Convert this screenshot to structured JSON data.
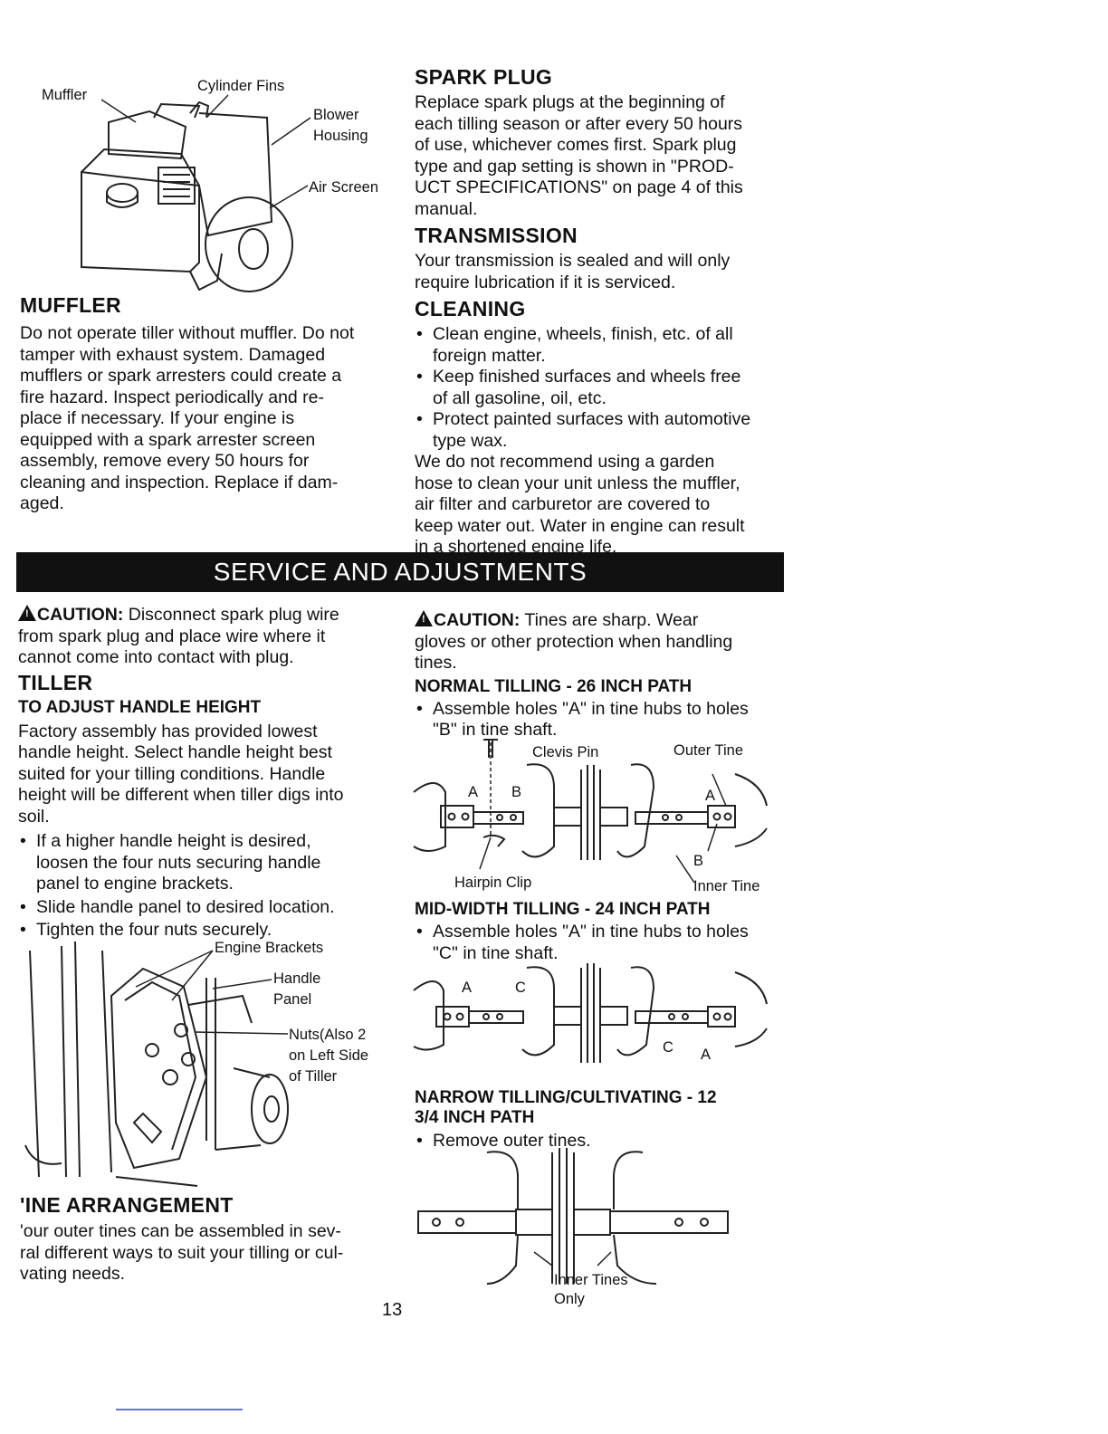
{
  "figures": {
    "engine": {
      "muffler": "Muffler",
      "cylinder_fins": "Cylinder Fins",
      "blower_housing_1": "Blower",
      "blower_housing_2": "Housing",
      "air_screen": "Air Screen"
    },
    "handle": {
      "engine_brackets": "Engine Brackets",
      "handle_panel_1": "Handle",
      "handle_panel_2": "Panel",
      "nuts_1": "Nuts(Also 2",
      "nuts_2": "on Left Side",
      "nuts_3": "of Tiller"
    },
    "normal": {
      "clevis_pin": "Clevis Pin",
      "outer_tine": "Outer Tine",
      "hairpin_clip": "Hairpin Clip",
      "inner_tine": "Inner Tine",
      "a1": "A",
      "b1": "B",
      "a2": "A",
      "b2": "B"
    },
    "mid": {
      "a1": "A",
      "c1": "C",
      "c2": "C",
      "a2": "A"
    },
    "narrow": {
      "inner_tines_1": "Inner Tines",
      "inner_tines_2": "Only"
    }
  },
  "muffler": {
    "heading": "MUFFLER",
    "lines": [
      "Do not operate tiller without muffler. Do not",
      "tamper with exhaust system. Damaged",
      "mufflers or spark arresters could create a",
      "fire hazard. Inspect periodically and re-",
      "place if necessary. If your engine is",
      "equipped with a spark arrester screen",
      "assembly, remove every 50 hours for",
      "cleaning and inspection. Replace if dam-",
      "aged."
    ]
  },
  "spark_plug": {
    "heading": "SPARK PLUG",
    "lines": [
      "Replace spark plugs at the beginning of",
      "each tilling season or after every 50 hours",
      "of use, whichever comes first. Spark plug",
      "type and gap setting is shown in \"PROD-",
      "UCT SPECIFICATIONS\" on page 4 of this",
      "manual."
    ]
  },
  "transmission": {
    "heading": "TRANSMISSION",
    "lines": [
      "Your transmission is sealed and will only",
      "require lubrication if it is serviced."
    ]
  },
  "cleaning": {
    "heading": "CLEANING",
    "bullets": [
      [
        "Clean engine, wheels, finish, etc. of all",
        "foreign matter."
      ],
      [
        "Keep finished surfaces and wheels free",
        "of all gasoline, oil, etc."
      ],
      [
        "Protect painted surfaces with automotive",
        "type wax."
      ]
    ],
    "lines": [
      "We do not recommend using a garden",
      "hose to clean your unit unless the muffler,",
      "air filter and carburetor are covered to",
      "keep water out. Water in engine can result",
      "in a shortened engine life."
    ]
  },
  "banner": "SERVICE AND ADJUSTMENTS",
  "caution_left": {
    "label": "CAUTION:",
    "lines": [
      " Disconnect spark plug wire",
      "from spark plug and place wire where it",
      "cannot come into contact with plug."
    ]
  },
  "tiller": {
    "heading": "TILLER",
    "subheading": "TO ADJUST HANDLE HEIGHT",
    "lines": [
      "Factory assembly has provided lowest",
      "handle height. Select handle height best",
      "suited for your tilling conditions. Handle",
      "height will be different when tiller digs into",
      "soil."
    ],
    "bullets": [
      [
        "If a higher handle height is desired,",
        "loosen the four nuts securing handle",
        "panel to engine brackets."
      ],
      [
        "Slide handle panel to desired location."
      ],
      [
        "Tighten the four nuts securely."
      ]
    ]
  },
  "tine_arrangement": {
    "heading": "'INE ARRANGEMENT",
    "lines": [
      "'our outer tines can be assembled in sev-",
      "ral different ways to suit your tilling or cul-",
      "vating needs."
    ]
  },
  "caution_right": {
    "label": "CAUTION:",
    "lines": [
      " Tines are sharp. Wear",
      "gloves or other protection when handling",
      "tines."
    ]
  },
  "normal_tilling": {
    "heading": "NORMAL TILLING - 26 INCH PATH",
    "bullet": [
      "Assemble holes \"A\" in tine hubs to holes",
      "\"B\" in tine shaft."
    ]
  },
  "mid_width": {
    "heading": "MID-WIDTH TILLING - 24 INCH PATH",
    "bullet": [
      "Assemble holes \"A\" in tine hubs to holes",
      "\"C\" in tine shaft."
    ]
  },
  "narrow": {
    "heading_1": "NARROW TILLING/CULTIVATING - 12",
    "heading_2": "3/4 INCH PATH",
    "bullet": "Remove outer tines."
  },
  "page_number": "13"
}
